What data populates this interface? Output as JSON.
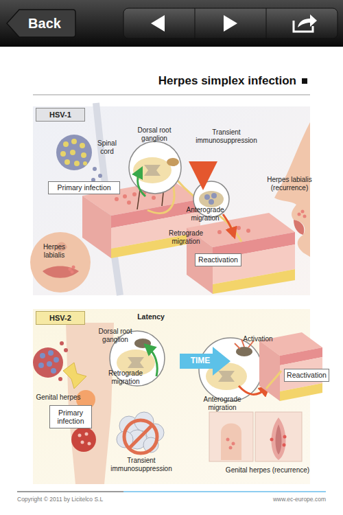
{
  "diagram": {
    "title": "Herpes simplex infection",
    "nodes": [
      {
        "text": [
          "Back"
        ]
      },
      {
        "text": [
          "HSV-1"
        ]
      },
      {
        "text": [
          "Primary infection"
        ]
      },
      {
        "text": [
          "Reactivation"
        ]
      },
      {
        "text": [
          "HSV-2"
        ]
      },
      {
        "text": [
          "TIME"
        ]
      },
      {
        "text": [
          "Reactivation"
        ]
      },
      {
        "text": [
          "Primary infection"
        ]
      }
    ],
    "labels": [
      "Dorsal root ganglion",
      "Transient immunosuppression",
      "Spinal cord",
      "Herpes labialis (recurrence)",
      "Anterograde migration",
      "Retrograde migration",
      "Herpes labialis",
      "Latency",
      "Dorsal root ganglion",
      "Activation",
      "Retrograde migration",
      "Anterograde migration",
      "Genital herpes",
      "Transient immunosuppression",
      "Genital herpes (recurrence)",
      "Copyright © 2011 by Licitelco S.L",
      "www.ec-europe.com"
    ]
  }
}
